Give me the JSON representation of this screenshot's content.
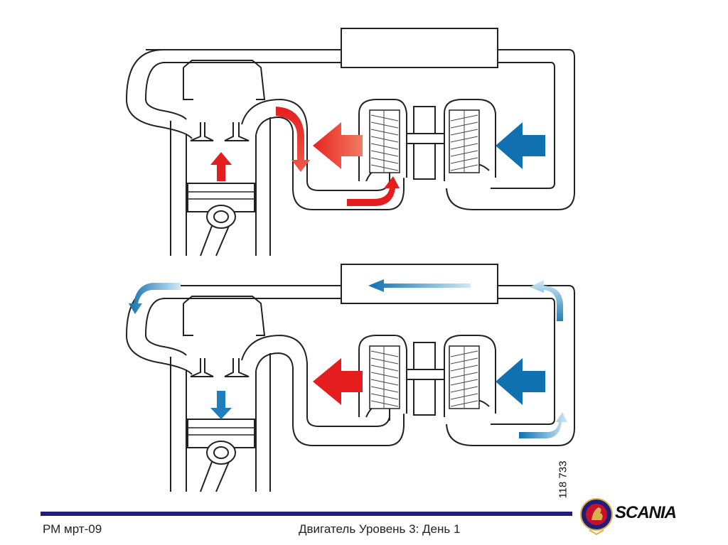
{
  "footer": {
    "doc_ref": "РМ мрт-09",
    "title": "Двигатель Уровень 3: День 1"
  },
  "figure_number": "118 733",
  "brand": {
    "wordmark": "SCANIA",
    "emblem_icon": "scania-griffin-icon",
    "colors": {
      "navy": "#1f1f7a",
      "red": "#c8102e",
      "gold": "#d8b24a"
    }
  },
  "colors": {
    "hot_air": "#e41e1e",
    "hot_air_light": "#f47a5e",
    "cool_air": "#1070b0",
    "cool_air_light": "#8ec9e6"
  },
  "panels": [
    {
      "id": "exhaust-flow-diagram",
      "arrows": [
        "exhaust-up-arrow",
        "exhaust-down-arrow",
        "exhaust-to-turbine-arrow",
        "exhaust-outlet-arrow",
        "intake-inlet-arrow"
      ]
    },
    {
      "id": "intake-flow-diagram",
      "arrows": [
        "charge-air-top-arrow",
        "intake-return-arrow",
        "intercooler-arrow",
        "compressor-outlet-arrow",
        "turbine-exhaust-arrow",
        "intake-inlet-arrow",
        "cylinder-down-arrow"
      ]
    }
  ]
}
